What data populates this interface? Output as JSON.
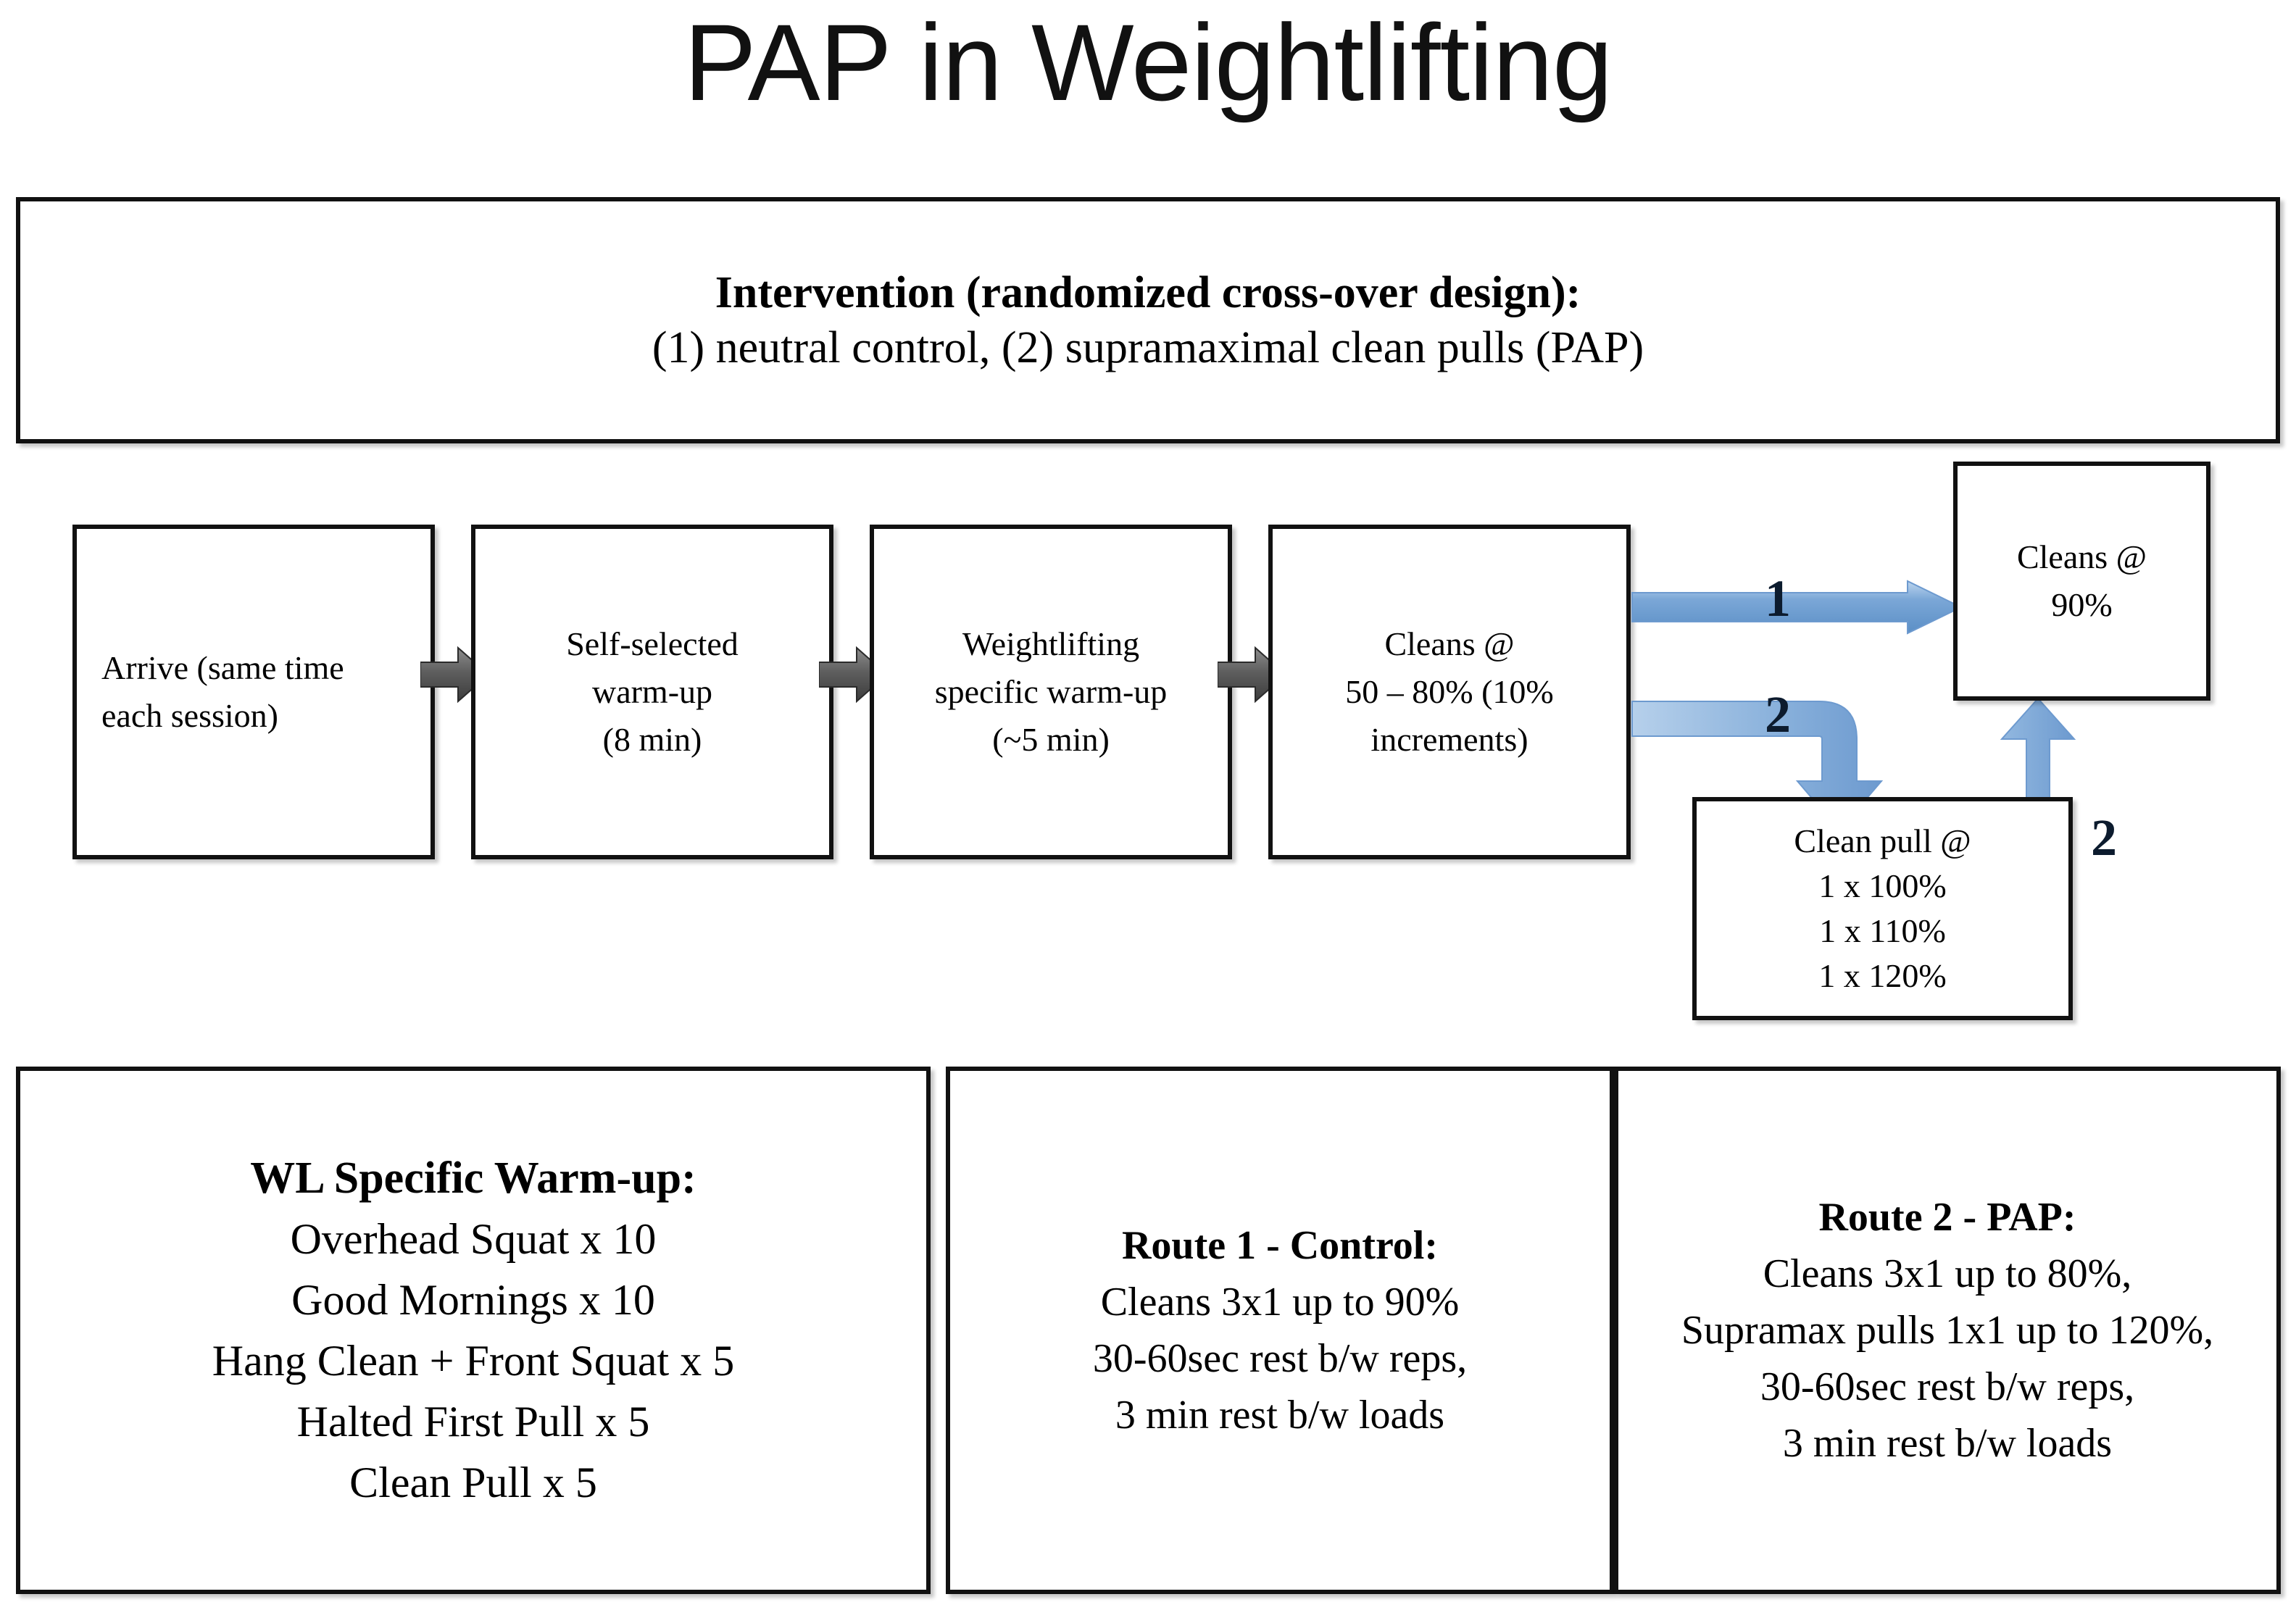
{
  "title": "PAP in Weightlifting",
  "intervention": {
    "heading": "Intervention (randomized cross-over design):",
    "detail": "(1) neutral control, (2) supramaximal clean pulls (PAP)"
  },
  "flow": {
    "boxes": [
      {
        "id": "arrive",
        "lines": [
          "Arrive  (same  time",
          "each session)"
        ]
      },
      {
        "id": "self-warmup",
        "lines": [
          "Self-selected",
          "warm-up",
          "(8 min)"
        ]
      },
      {
        "id": "wl-warmup",
        "lines": [
          "Weightlifting",
          "specific warm-up",
          "(~5 min)"
        ]
      },
      {
        "id": "cleans-50-80",
        "lines": [
          "Cleans @",
          "50 – 80% (10%",
          "increments)"
        ]
      }
    ],
    "cleans90": {
      "lines": [
        "Cleans @",
        "90%"
      ]
    },
    "cleanpull": {
      "lines": [
        "Clean pull @",
        "1 x 100%",
        "1 x 110%",
        "1 x 120%"
      ]
    },
    "arrow_labels": {
      "route1": "1",
      "route2_down": "2",
      "route2_up": "2"
    },
    "colors": {
      "blue_arrow_fill": "#7BA7D7",
      "blue_arrow_light": "#AECDEB",
      "blue_arrow_stroke": "#5B8FC6",
      "gray_arrow_fill": "#5E5E5E",
      "box_border": "#111111"
    }
  },
  "panels": {
    "wl_warmup": {
      "heading": "WL Specific Warm-up:",
      "lines": [
        "Overhead Squat x 10",
        "Good Mornings x 10",
        "Hang Clean + Front Squat x 5",
        "Halted First Pull x 5",
        "Clean Pull x 5"
      ]
    },
    "route1": {
      "heading": "Route 1 - Control:",
      "lines": [
        "Cleans 3x1 up to 90%",
        "30-60sec rest b/w reps,",
        "3 min rest b/w loads"
      ]
    },
    "route2": {
      "heading": "Route 2 - PAP:",
      "lines": [
        "Cleans 3x1 up to 80%,",
        "Supramax pulls 1x1 up to 120%,",
        "30-60sec rest b/w reps,",
        "3 min rest b/w loads"
      ]
    }
  }
}
